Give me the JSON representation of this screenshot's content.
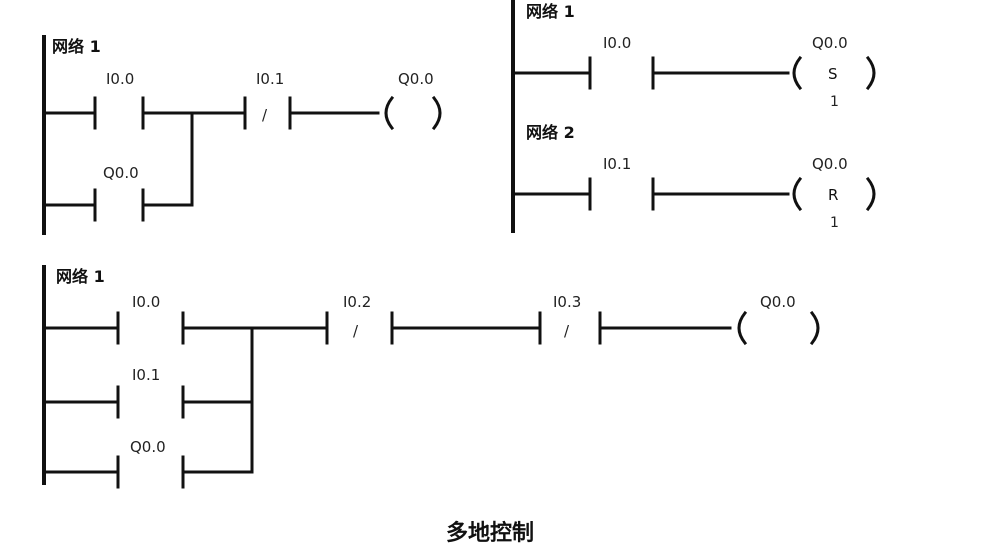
{
  "diagram_1": {
    "network_label": "网络 1",
    "contact_a": "I0.0",
    "contact_b": "Q0.0",
    "contact_nc": "I0.1",
    "nc_mark": "/",
    "coil": "Q0.0"
  },
  "diagram_2": {
    "network1_label": "网络 1",
    "network1_contact": "I0.0",
    "network1_coil": "Q0.0",
    "network1_coil_type": "S",
    "network1_coil_count": "1",
    "network2_label": "网络 2",
    "network2_contact": "I0.1",
    "network2_coil": "Q0.0",
    "network2_coil_type": "R",
    "network2_coil_count": "1"
  },
  "diagram_3": {
    "network_label": "网络 1",
    "contact_a": "I0.0",
    "contact_b": "I0.1",
    "contact_c": "Q0.0",
    "contact_nc1": "I0.2",
    "contact_nc2": "I0.3",
    "nc_mark": "/",
    "coil": "Q0.0"
  },
  "caption": "多地控制"
}
